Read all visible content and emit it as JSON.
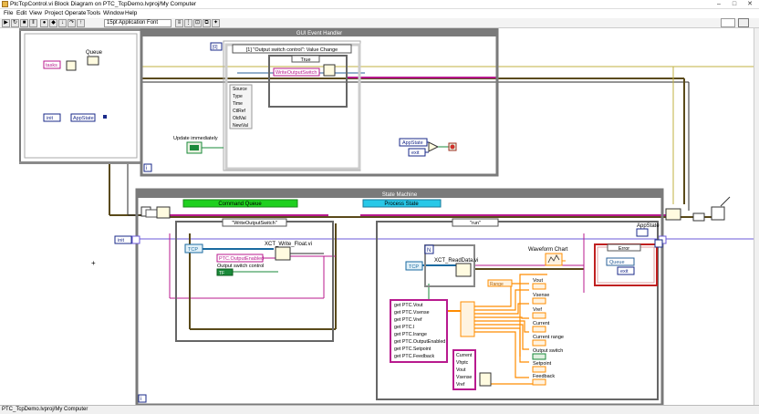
{
  "window": {
    "title": "PtcTcpControl.vi Block Diagram on PTC_TcpDemo.lvproj/My Computer"
  },
  "menu": [
    "File",
    "Edit",
    "View",
    "Project",
    "Operate",
    "Tools",
    "Window",
    "Help"
  ],
  "toolbar": {
    "font": "15pt Application Font"
  },
  "statusbar": {
    "text": "PTC_TcpDemo.lvproj/My Computer"
  },
  "init": {
    "queue_label": "Queue",
    "tasks_label": "tasks",
    "init_const": "init",
    "appstate_label": "AppState"
  },
  "gui": {
    "title": "GUI Event Handler",
    "event_index": "[0]",
    "event_case": "[1] \"Output switch control\": Value Change",
    "case_true": "True",
    "write_switch": "WriteOutputSwitch",
    "event_data": [
      "Source",
      "Type",
      "Time",
      "CtlRef",
      "OldVal",
      "NewVal"
    ],
    "update_label": "Update immediately",
    "appstate_label": "AppState",
    "exit_const": "exit",
    "loop_i": "i"
  },
  "sm": {
    "title": "State Machine",
    "command_queue": "Command Queue",
    "process_state": "Process State",
    "case1": "\"WriteOutputSwitch\"",
    "case2": "\"run\"",
    "tcp": "TCP",
    "xct_write": "XCT_Write_Float.vi",
    "ptc_output": "PTC.OutputEnabled",
    "output_switch_control": "Output switch control",
    "tf": "TF",
    "xct_read": "XCT_ReadData.vi",
    "ni_label": "N",
    "range": "Range",
    "get_list": [
      "get PTC.Vout",
      "get PTC.Vsense",
      "get PTC.Vref",
      "get PTC.I",
      "get PTC.Irange",
      "get PTC.OutputEnabled",
      "get PTC.Setpoint",
      "get PTC.Feedback"
    ],
    "cluster_list": [
      "Current",
      "Vhptc",
      "Vout",
      "Vsense",
      "Vref"
    ],
    "waveform_chart": "Waveform Chart",
    "indicators": [
      "Vout",
      "Vsense",
      "Vref",
      "Current",
      "Current range",
      "Output switch",
      "Setpoint",
      "Feedback"
    ],
    "appstate_label": "AppState",
    "error_case": "Error",
    "queue_label": "Queue",
    "exit_const": "exit",
    "init_const": "init",
    "loop_i": "i"
  }
}
